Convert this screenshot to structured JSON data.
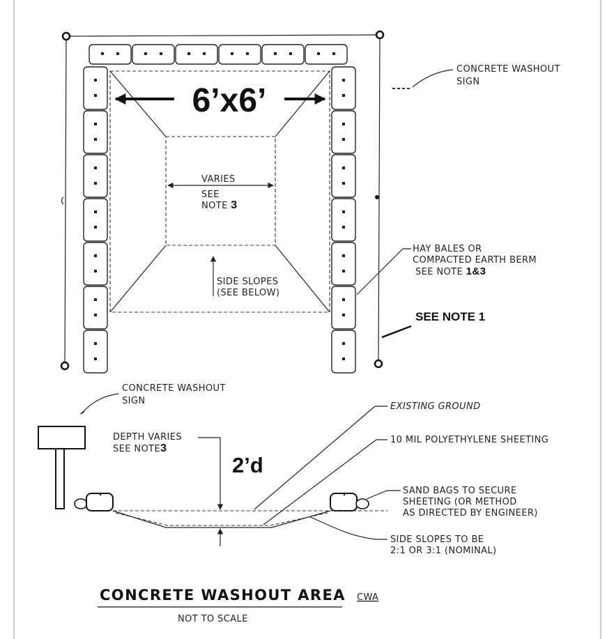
{
  "plan": {
    "dimension_big": "6’x6’",
    "varies_line1": "VARIES",
    "varies_line2": "SEE",
    "varies_line3": "NOTE",
    "varies_note_num": "3",
    "side_slopes_line1": "SIDE SLOPES",
    "side_slopes_line2": "(SEE BELOW)",
    "sign_line1": "CONCRETE WASHOUT",
    "sign_line2": "SIGN",
    "hay_line1": "HAY BALES OR",
    "hay_line2": "COMPACTED EARTH BERM",
    "hay_line3": "SEE NOTE",
    "hay_note_num": "1&3",
    "see_note_1": "SEE NOTE 1"
  },
  "section": {
    "sign_line1": "CONCRETE WASHOUT",
    "sign_line2": "SIGN",
    "depth_line1": "DEPTH VARIES",
    "depth_line2": "SEE NOTE",
    "depth_note_num": "3",
    "depth_value": "2’d",
    "existing_ground": "EXISTING GROUND",
    "poly": "10 MIL POLYETHYLENE SHEETING",
    "sand_line1": "SAND BAGS TO SECURE",
    "sand_line2": "SHEETING (OR METHOD",
    "sand_line3": "AS DIRECTED BY ENGINEER)",
    "slopes_line1": "SIDE SLOPES TO BE",
    "slopes_line2": "2:1 OR 3:1 (NOMINAL)"
  },
  "footer": {
    "title": "CONCRETE WASHOUT AREA",
    "code": "CWA",
    "subtitle": "NOT TO SCALE"
  }
}
